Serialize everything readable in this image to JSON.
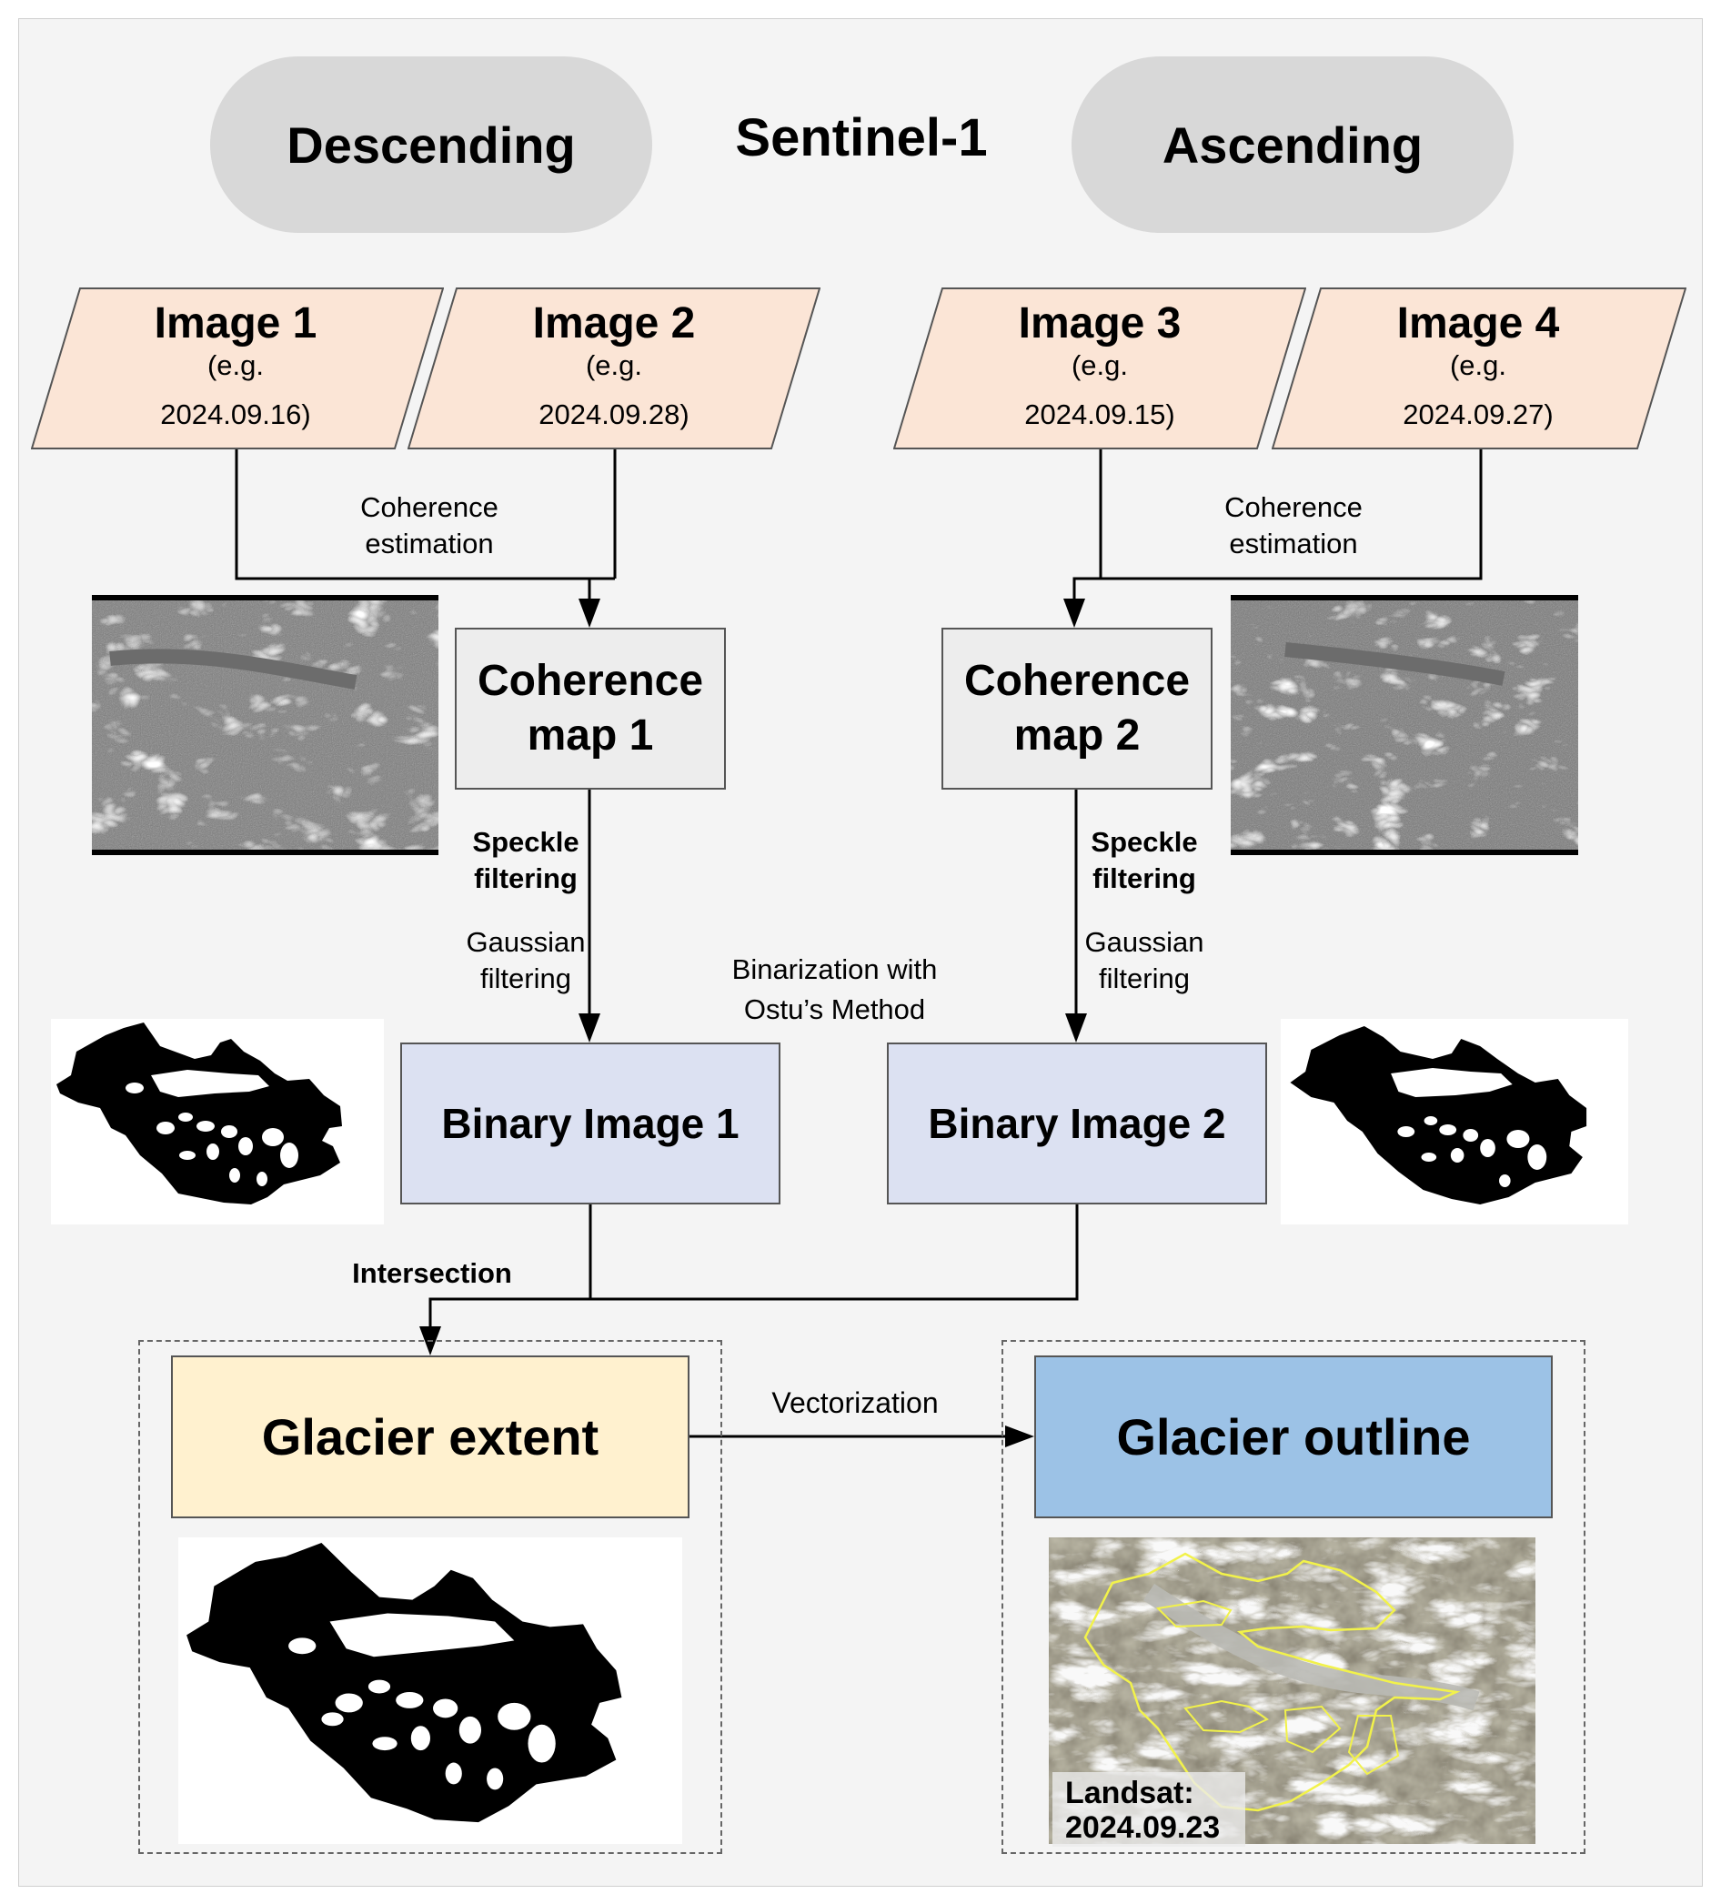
{
  "header": {
    "title": "Sentinel-1",
    "left_orbit": "Descending",
    "right_orbit": "Ascending"
  },
  "inputs": [
    {
      "title": "Image 1",
      "eg": "(e.g.",
      "date": "2024.09.16)"
    },
    {
      "title": "Image 2",
      "eg": "(e.g.",
      "date": "2024.09.28)"
    },
    {
      "title": "Image 3",
      "eg": "(e.g.",
      "date": "2024.09.15)"
    },
    {
      "title": "Image 4",
      "eg": "(e.g.",
      "date": "2024.09.27)"
    }
  ],
  "steps": {
    "coherence_estimation_left": [
      "Coherence",
      "estimation"
    ],
    "coherence_estimation_right": [
      "Coherence",
      "estimation"
    ],
    "coherence_map_1": [
      "Coherence",
      "map 1"
    ],
    "coherence_map_2": [
      "Coherence",
      "map 2"
    ],
    "speckle_left": [
      "Speckle",
      "filtering"
    ],
    "speckle_right": [
      "Speckle",
      "filtering"
    ],
    "gaussian_left": [
      "Gaussian",
      "filtering"
    ],
    "gaussian_right": [
      "Gaussian",
      "filtering"
    ],
    "binarization": [
      "Binarization with",
      "Ostu’s Method"
    ],
    "binary_image_1": "Binary Image 1",
    "binary_image_2": "Binary Image 2",
    "intersection": "Intersection",
    "glacier_extent": "Glacier extent",
    "vectorization": "Vectorization",
    "glacier_outline": "Glacier outline"
  },
  "thumbnails": {
    "coherence_1": "coherence-map-thumbnail",
    "coherence_2": "coherence-map-thumbnail",
    "binary_1": "binary-mask-thumbnail",
    "binary_2": "binary-mask-thumbnail",
    "extent": "glacier-extent-mask",
    "landsat": "landsat-image-with-outline"
  },
  "landsat_caption": [
    "Landsat:",
    "2024.09.23"
  ],
  "colors": {
    "background": "#f4f4f4",
    "pill": "#d8d8d8",
    "input_fill": "#fbe5d6",
    "coherence_fill": "#ededed",
    "binary_fill": "#dce1f2",
    "extent_fill": "#fff1cf",
    "outline_fill": "#9cc2e6",
    "outline_stroke": "#f2f24a"
  }
}
